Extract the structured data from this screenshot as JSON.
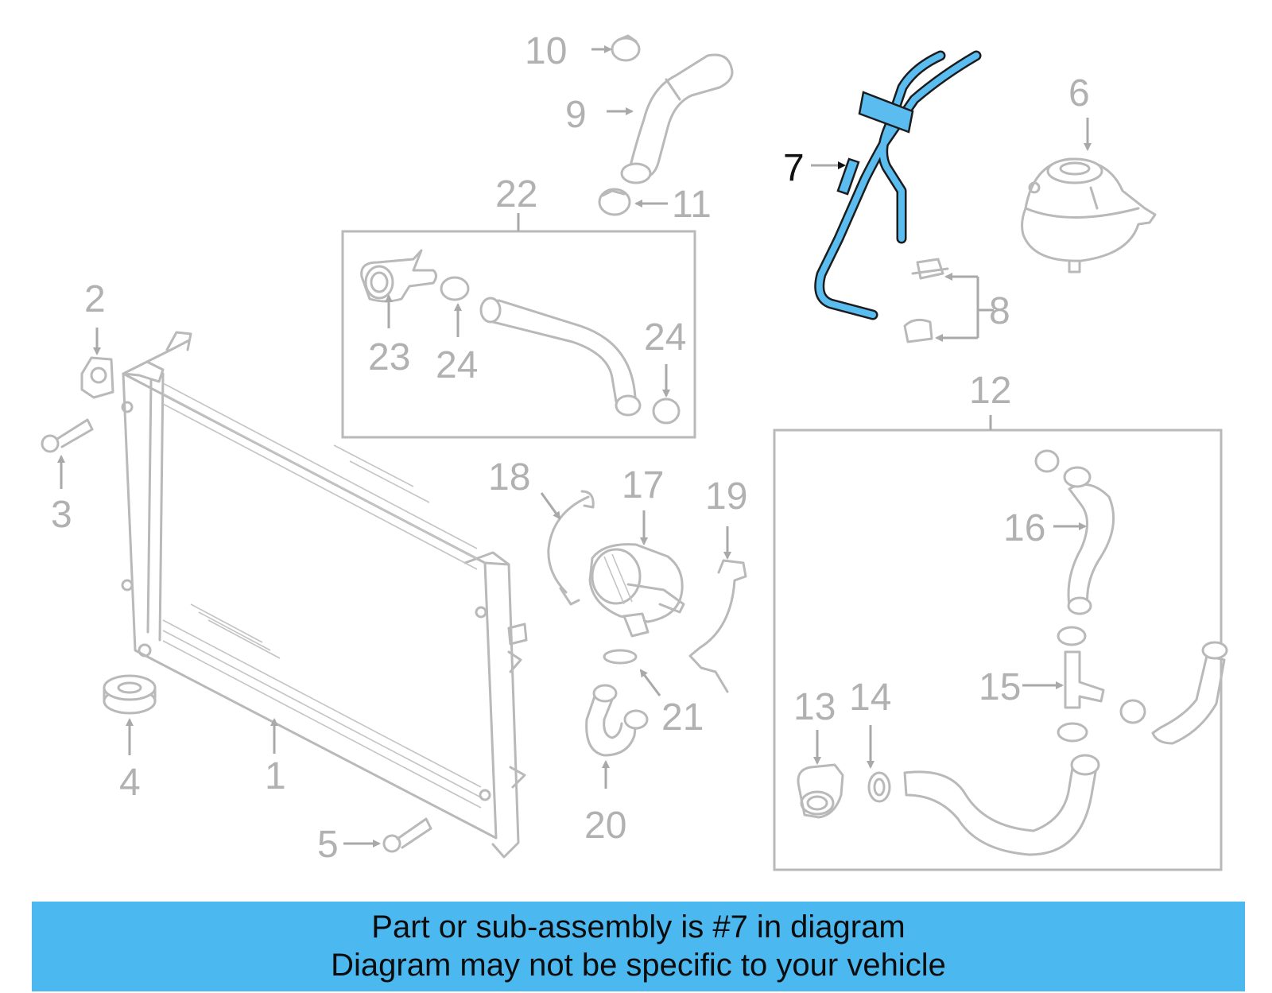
{
  "diagram": {
    "callouts": [
      "1",
      "2",
      "3",
      "4",
      "5",
      "6",
      "7",
      "8",
      "9",
      "10",
      "11",
      "12",
      "13",
      "14",
      "15",
      "16",
      "17",
      "18",
      "19",
      "20",
      "21",
      "22",
      "23",
      "24",
      "24"
    ],
    "highlighted_callout": "7",
    "highlight_color": "#5bbcf0",
    "part_line_color": "#b9b9b9"
  },
  "banner": {
    "line1": "Part or sub-assembly is #7 in diagram",
    "line2": "Diagram may not be specific to your vehicle",
    "background": "#4cb8f0"
  }
}
